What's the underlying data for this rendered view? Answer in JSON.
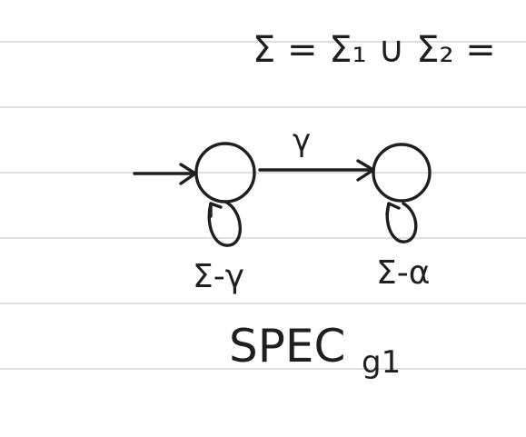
{
  "header": {
    "sigma_eq_union": "Σ = Σ₁ ∪ Σ₂ ="
  },
  "automaton": {
    "states": [
      {
        "id": "q0",
        "initial": true,
        "self_loop_label": "Σ-γ"
      },
      {
        "id": "q1",
        "initial": false,
        "self_loop_label": "Σ-α"
      }
    ],
    "transition": {
      "from": "q0",
      "to": "q1",
      "label": "γ"
    }
  },
  "caption": {
    "main": "SPEC",
    "subscript": "g1"
  }
}
